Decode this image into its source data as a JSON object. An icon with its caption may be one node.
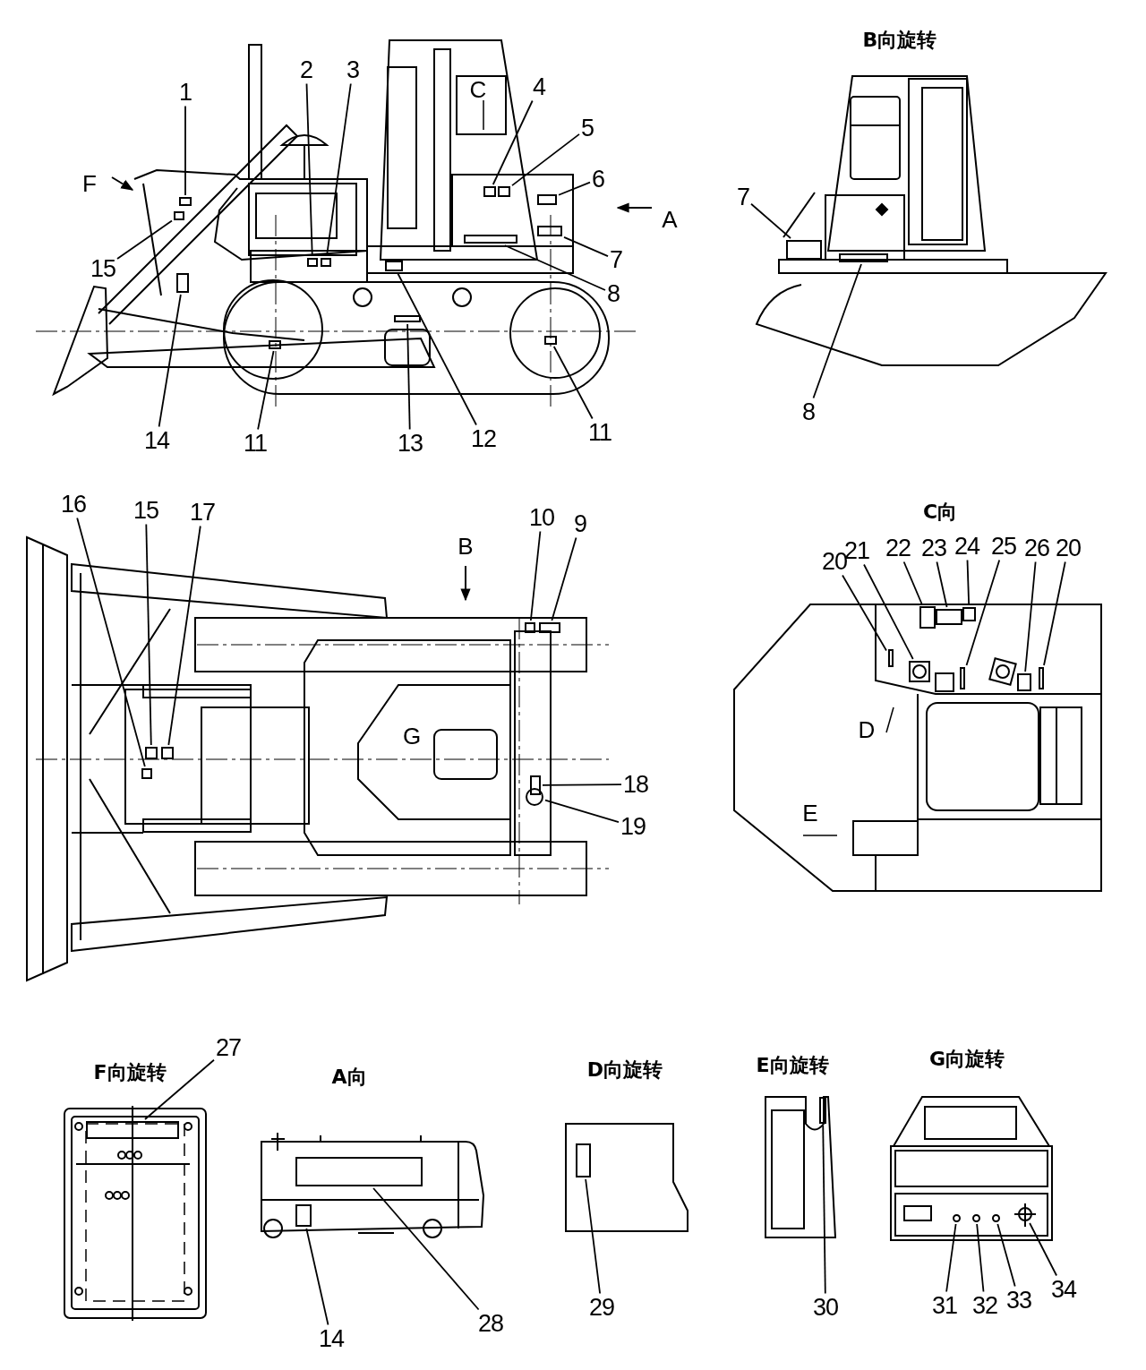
{
  "diagram": {
    "nodes": [
      {
        "text": [
          "1"
        ]
      },
      {
        "text": [
          "2"
        ]
      },
      {
        "text": [
          "3"
        ]
      },
      {
        "text": [
          "4"
        ]
      },
      {
        "text": [
          "5"
        ]
      },
      {
        "text": [
          "6"
        ]
      },
      {
        "text": [
          "7"
        ]
      },
      {
        "text": [
          "7"
        ]
      },
      {
        "text": [
          "15"
        ]
      },
      {
        "text": [
          "8"
        ]
      },
      {
        "text": [
          "8"
        ]
      },
      {
        "text": [
          "11"
        ]
      },
      {
        "text": [
          "14"
        ]
      },
      {
        "text": [
          "13"
        ]
      },
      {
        "text": [
          "12"
        ]
      },
      {
        "text": [
          "11"
        ]
      },
      {
        "text": [
          "16"
        ]
      },
      {
        "text": [
          "15"
        ]
      },
      {
        "text": [
          "17"
        ]
      },
      {
        "text": [
          "10"
        ]
      },
      {
        "text": [
          "9"
        ]
      },
      {
        "text": [
          "20"
        ]
      },
      {
        "text": [
          "21"
        ]
      },
      {
        "text": [
          "22"
        ]
      },
      {
        "text": [
          "23"
        ]
      },
      {
        "text": [
          "24"
        ]
      },
      {
        "text": [
          "25"
        ]
      },
      {
        "text": [
          "26"
        ]
      },
      {
        "text": [
          "20"
        ]
      },
      {
        "text": [
          "18"
        ]
      },
      {
        "text": [
          "19"
        ]
      },
      {
        "text": [
          "27"
        ]
      },
      {
        "text": [
          "14"
        ]
      },
      {
        "text": [
          "28"
        ]
      },
      {
        "text": [
          "29"
        ]
      },
      {
        "text": [
          "30"
        ]
      },
      {
        "text": [
          "31"
        ]
      },
      {
        "text": [
          "32"
        ]
      },
      {
        "text": [
          "33"
        ]
      },
      {
        "text": [
          "34"
        ]
      },
      {
        "text": [],
        "shape": "box"
      },
      {
        "text": [],
        "shape": "box"
      },
      {
        "text": [],
        "shape": "box"
      },
      {
        "text": [],
        "shape": "box"
      },
      {
        "text": [],
        "shape": "box"
      },
      {
        "text": [],
        "shape": "box"
      },
      {
        "text": [],
        "shape": "box"
      },
      {
        "text": [],
        "shape": "box"
      },
      {
        "text": [],
        "shape": "box"
      },
      {
        "text": [],
        "shape": "box"
      },
      {
        "text": [],
        "shape": "box"
      },
      {
        "text": [],
        "shape": "box"
      },
      {
        "text": [],
        "shape": "box"
      },
      {
        "text": [],
        "shape": "box"
      },
      {
        "text": [],
        "shape": "box"
      },
      {
        "text": [],
        "shape": "box"
      },
      {
        "text": [],
        "shape": "box"
      },
      {
        "text": [],
        "shape": "box"
      },
      {
        "text": [],
        "shape": "box"
      },
      {
        "text": [],
        "shape": "box"
      },
      {
        "text": [],
        "shape": "box"
      },
      {
        "text": [],
        "shape": "box"
      },
      {
        "text": [],
        "shape": "box"
      },
      {
        "text": [],
        "shape": "box"
      },
      {
        "text": [],
        "shape": "box"
      },
      {
        "text": [],
        "shape": "box"
      },
      {
        "text": [],
        "shape": "box"
      },
      {
        "text": [],
        "shape": "box"
      },
      {
        "text": [],
        "shape": "box"
      },
      {
        "text": [],
        "shape": "box"
      },
      {
        "text": [],
        "shape": "circle"
      },
      {
        "text": [],
        "shape": "box"
      },
      {
        "text": [],
        "shape": "box"
      },
      {
        "text": [],
        "shape": "box"
      },
      {
        "text": [],
        "shape": "box"
      },
      {
        "text": [],
        "shape": "box"
      },
      {
        "text": [],
        "shape": "circle"
      },
      {
        "text": [],
        "shape": "circle"
      },
      {
        "text": [],
        "shape": "circle"
      },
      {
        "text": [],
        "shape": "circle"
      }
    ],
    "edges": [
      {
        "from": 0,
        "to": 40,
        "arrow": "none"
      },
      {
        "from": 1,
        "to": 41,
        "arrow": "none"
      },
      {
        "from": 2,
        "to": 42,
        "arrow": "none"
      },
      {
        "from": 3,
        "to": 43,
        "arrow": "none"
      },
      {
        "from": 4,
        "to": 44,
        "arrow": "none"
      },
      {
        "from": 5,
        "to": 45,
        "arrow": "none"
      },
      {
        "from": 6,
        "to": 46,
        "arrow": "none"
      },
      {
        "from": 7,
        "to": 47,
        "arrow": "none"
      },
      {
        "from": 8,
        "to": 48,
        "arrow": "none"
      },
      {
        "from": 9,
        "to": 49,
        "arrow": "none"
      },
      {
        "from": 10,
        "to": 50,
        "arrow": "none"
      },
      {
        "from": 11,
        "to": 51,
        "arrow": "none"
      },
      {
        "from": 12,
        "to": 52,
        "arrow": "none"
      },
      {
        "from": 13,
        "to": 53,
        "arrow": "none"
      },
      {
        "from": 14,
        "to": 54,
        "arrow": "none"
      },
      {
        "from": 15,
        "to": 55,
        "arrow": "none"
      },
      {
        "from": 16,
        "to": 56,
        "arrow": "none"
      },
      {
        "from": 17,
        "to": 57,
        "arrow": "none"
      },
      {
        "from": 18,
        "to": 58,
        "arrow": "none"
      },
      {
        "from": 19,
        "to": 59,
        "arrow": "none"
      },
      {
        "from": 20,
        "to": 60,
        "arrow": "none"
      },
      {
        "from": 21,
        "to": 61,
        "arrow": "none"
      },
      {
        "from": 22,
        "to": 62,
        "arrow": "none"
      },
      {
        "from": 23,
        "to": 63,
        "arrow": "none"
      },
      {
        "from": 24,
        "to": 64,
        "arrow": "none"
      },
      {
        "from": 25,
        "to": 65,
        "arrow": "none"
      },
      {
        "from": 26,
        "to": 66,
        "arrow": "none"
      },
      {
        "from": 27,
        "to": 67,
        "arrow": "none"
      },
      {
        "from": 28,
        "to": 68,
        "arrow": "none"
      },
      {
        "from": 29,
        "to": 69,
        "arrow": "none"
      },
      {
        "from": 30,
        "to": 70,
        "arrow": "none"
      },
      {
        "from": 31,
        "to": 71,
        "arrow": "none"
      },
      {
        "from": 32,
        "to": 72,
        "arrow": "none"
      },
      {
        "from": 33,
        "to": 73,
        "arrow": "none"
      },
      {
        "from": 34,
        "to": 74,
        "arrow": "none"
      },
      {
        "from": 35,
        "to": 75,
        "arrow": "none"
      },
      {
        "from": 36,
        "to": 76,
        "arrow": "none"
      },
      {
        "from": 37,
        "to": 77,
        "arrow": "none"
      },
      {
        "from": 38,
        "to": 78,
        "arrow": "none"
      },
      {
        "from": 39,
        "to": 79,
        "arrow": "none"
      }
    ],
    "labels": [
      "B向旋转",
      "C",
      "F",
      "A",
      "C向",
      "B",
      "G",
      "D",
      "E",
      "F向旋转",
      "A向",
      "D向旋转",
      "E向旋转",
      "G向旋转"
    ]
  }
}
